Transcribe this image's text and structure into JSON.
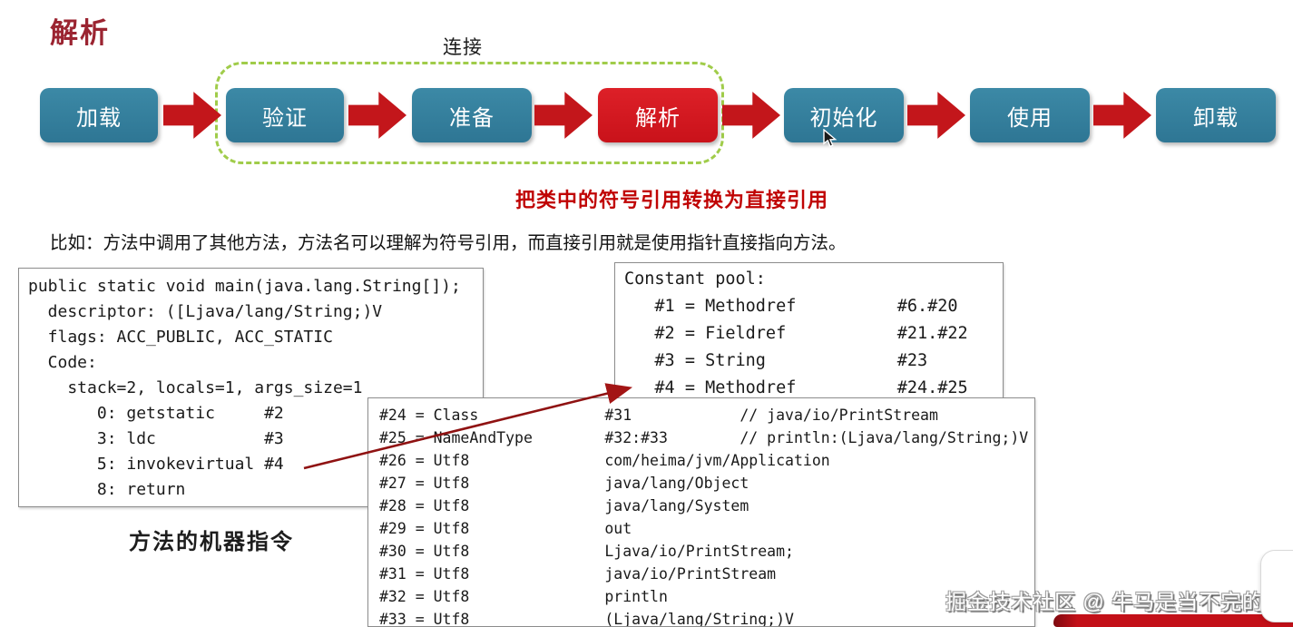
{
  "page": {
    "title": "解析"
  },
  "flow": {
    "link_label": "连接",
    "caption": "把类中的符号引用转换为直接引用",
    "stages": [
      {
        "label": "加载",
        "highlighted": false
      },
      {
        "label": "验证",
        "highlighted": false
      },
      {
        "label": "准备",
        "highlighted": false
      },
      {
        "label": "解析",
        "highlighted": true
      },
      {
        "label": "初始化",
        "highlighted": false
      },
      {
        "label": "使用",
        "highlighted": false
      },
      {
        "label": "卸载",
        "highlighted": false
      }
    ]
  },
  "description": "比如：方法中调用了其他方法，方法名可以理解为符号引用，而直接引用就是使用指针直接指向方法。",
  "blocks": {
    "bytecode": {
      "caption": "方法的机器指令",
      "lines": [
        "public static void main(java.lang.String[]);",
        "  descriptor: ([Ljava/lang/String;)V",
        "  flags: ACC_PUBLIC, ACC_STATIC",
        "  Code:",
        "    stack=2, locals=1, args_size=1",
        "       0: getstatic     #2",
        "       3: ldc           #3",
        "       5: invokevirtual #4",
        "       8: return"
      ]
    },
    "constant_pool": {
      "lines": [
        "Constant pool:",
        "   #1 = Methodref          #6.#20",
        "   #2 = Fieldref           #21.#22",
        "   #3 = String             #23",
        "   #4 = Methodref          #24.#25"
      ]
    },
    "constant_detail": {
      "lines": [
        "#24 = Class              #31            // java/io/PrintStream",
        "#25 = NameAndType        #32:#33        // println:(Ljava/lang/String;)V",
        "#26 = Utf8               com/heima/jvm/Application",
        "#27 = Utf8               java/lang/Object",
        "#28 = Utf8               java/lang/System",
        "#29 = Utf8               out",
        "#30 = Utf8               Ljava/io/PrintStream;",
        "#31 = Utf8               java/io/PrintStream",
        "#32 = Utf8               println",
        "#33 = Utf8               (Ljava/lang/String;)V"
      ]
    }
  },
  "watermark": "掘金技术社区 @ 牛马是当不完的",
  "colors": {
    "stage_box": "#347f9e",
    "stage_box_highlight": "#cf161e",
    "arrow": "#c3161b",
    "dashed_border": "#a0cc4a",
    "title_red": "#9b2431",
    "caption_red": "#c00404",
    "connector": "#8f1212",
    "ribbon": "#c31018"
  }
}
